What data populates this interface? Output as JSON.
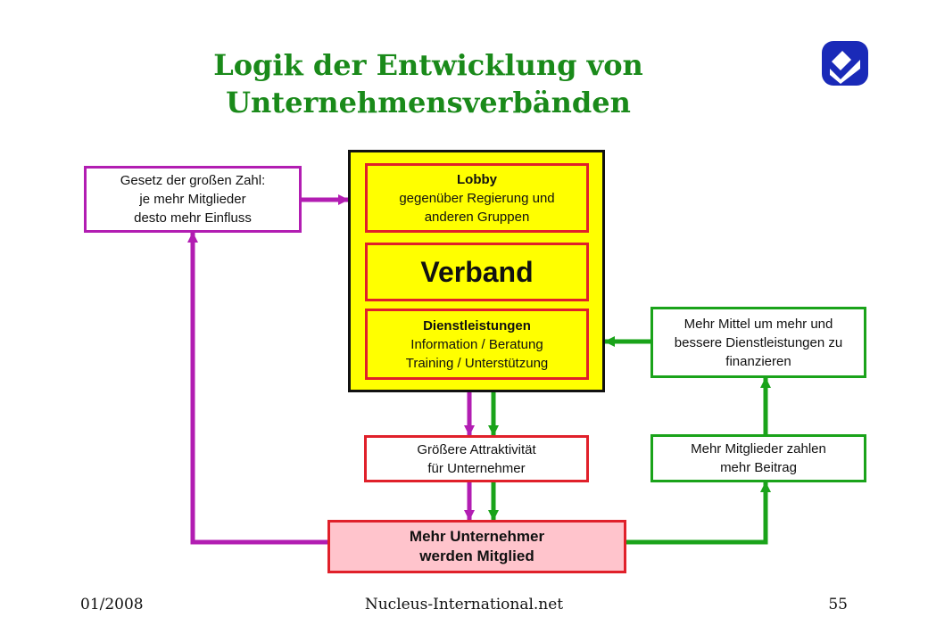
{
  "title": {
    "line1": "Logik der Entwicklung von",
    "line2": "Unternehmensverbänden"
  },
  "nodes": {
    "gesetz": [
      "Gesetz der großen Zahl:",
      "je mehr Mitglieder",
      "desto mehr Einfluss"
    ],
    "lobby": {
      "heading": "Lobby",
      "lines": [
        "gegenüber Regierung und",
        "anderen Gruppen"
      ]
    },
    "verband": "Verband",
    "dienst": {
      "heading": "Dienstleistungen",
      "lines": [
        "Information / Beratung",
        "Training / Unterstützung"
      ]
    },
    "mittel": [
      "Mehr Mittel um mehr und",
      "bessere Dienstleistungen zu",
      "finanzieren"
    ],
    "attraktiv": [
      "Größere Attraktivität",
      "für Unternehmer"
    ],
    "beitrag": [
      "Mehr Mitglieder zahlen",
      "mehr Beitrag"
    ],
    "mitglied": [
      "Mehr Unternehmer",
      "werden Mitglied"
    ]
  },
  "colors": {
    "title": "#1a8a1a",
    "purple": "#b21db2",
    "green": "#1aa31a",
    "red": "#e0202a",
    "yellow": "#ffff00",
    "pink": "#ffc4cc",
    "logo": "#1a2ab8"
  },
  "footer": {
    "date": "01/2008",
    "site": "Nucleus-International.net",
    "page": "55"
  },
  "logo_icon": "nucleus-logo-icon"
}
